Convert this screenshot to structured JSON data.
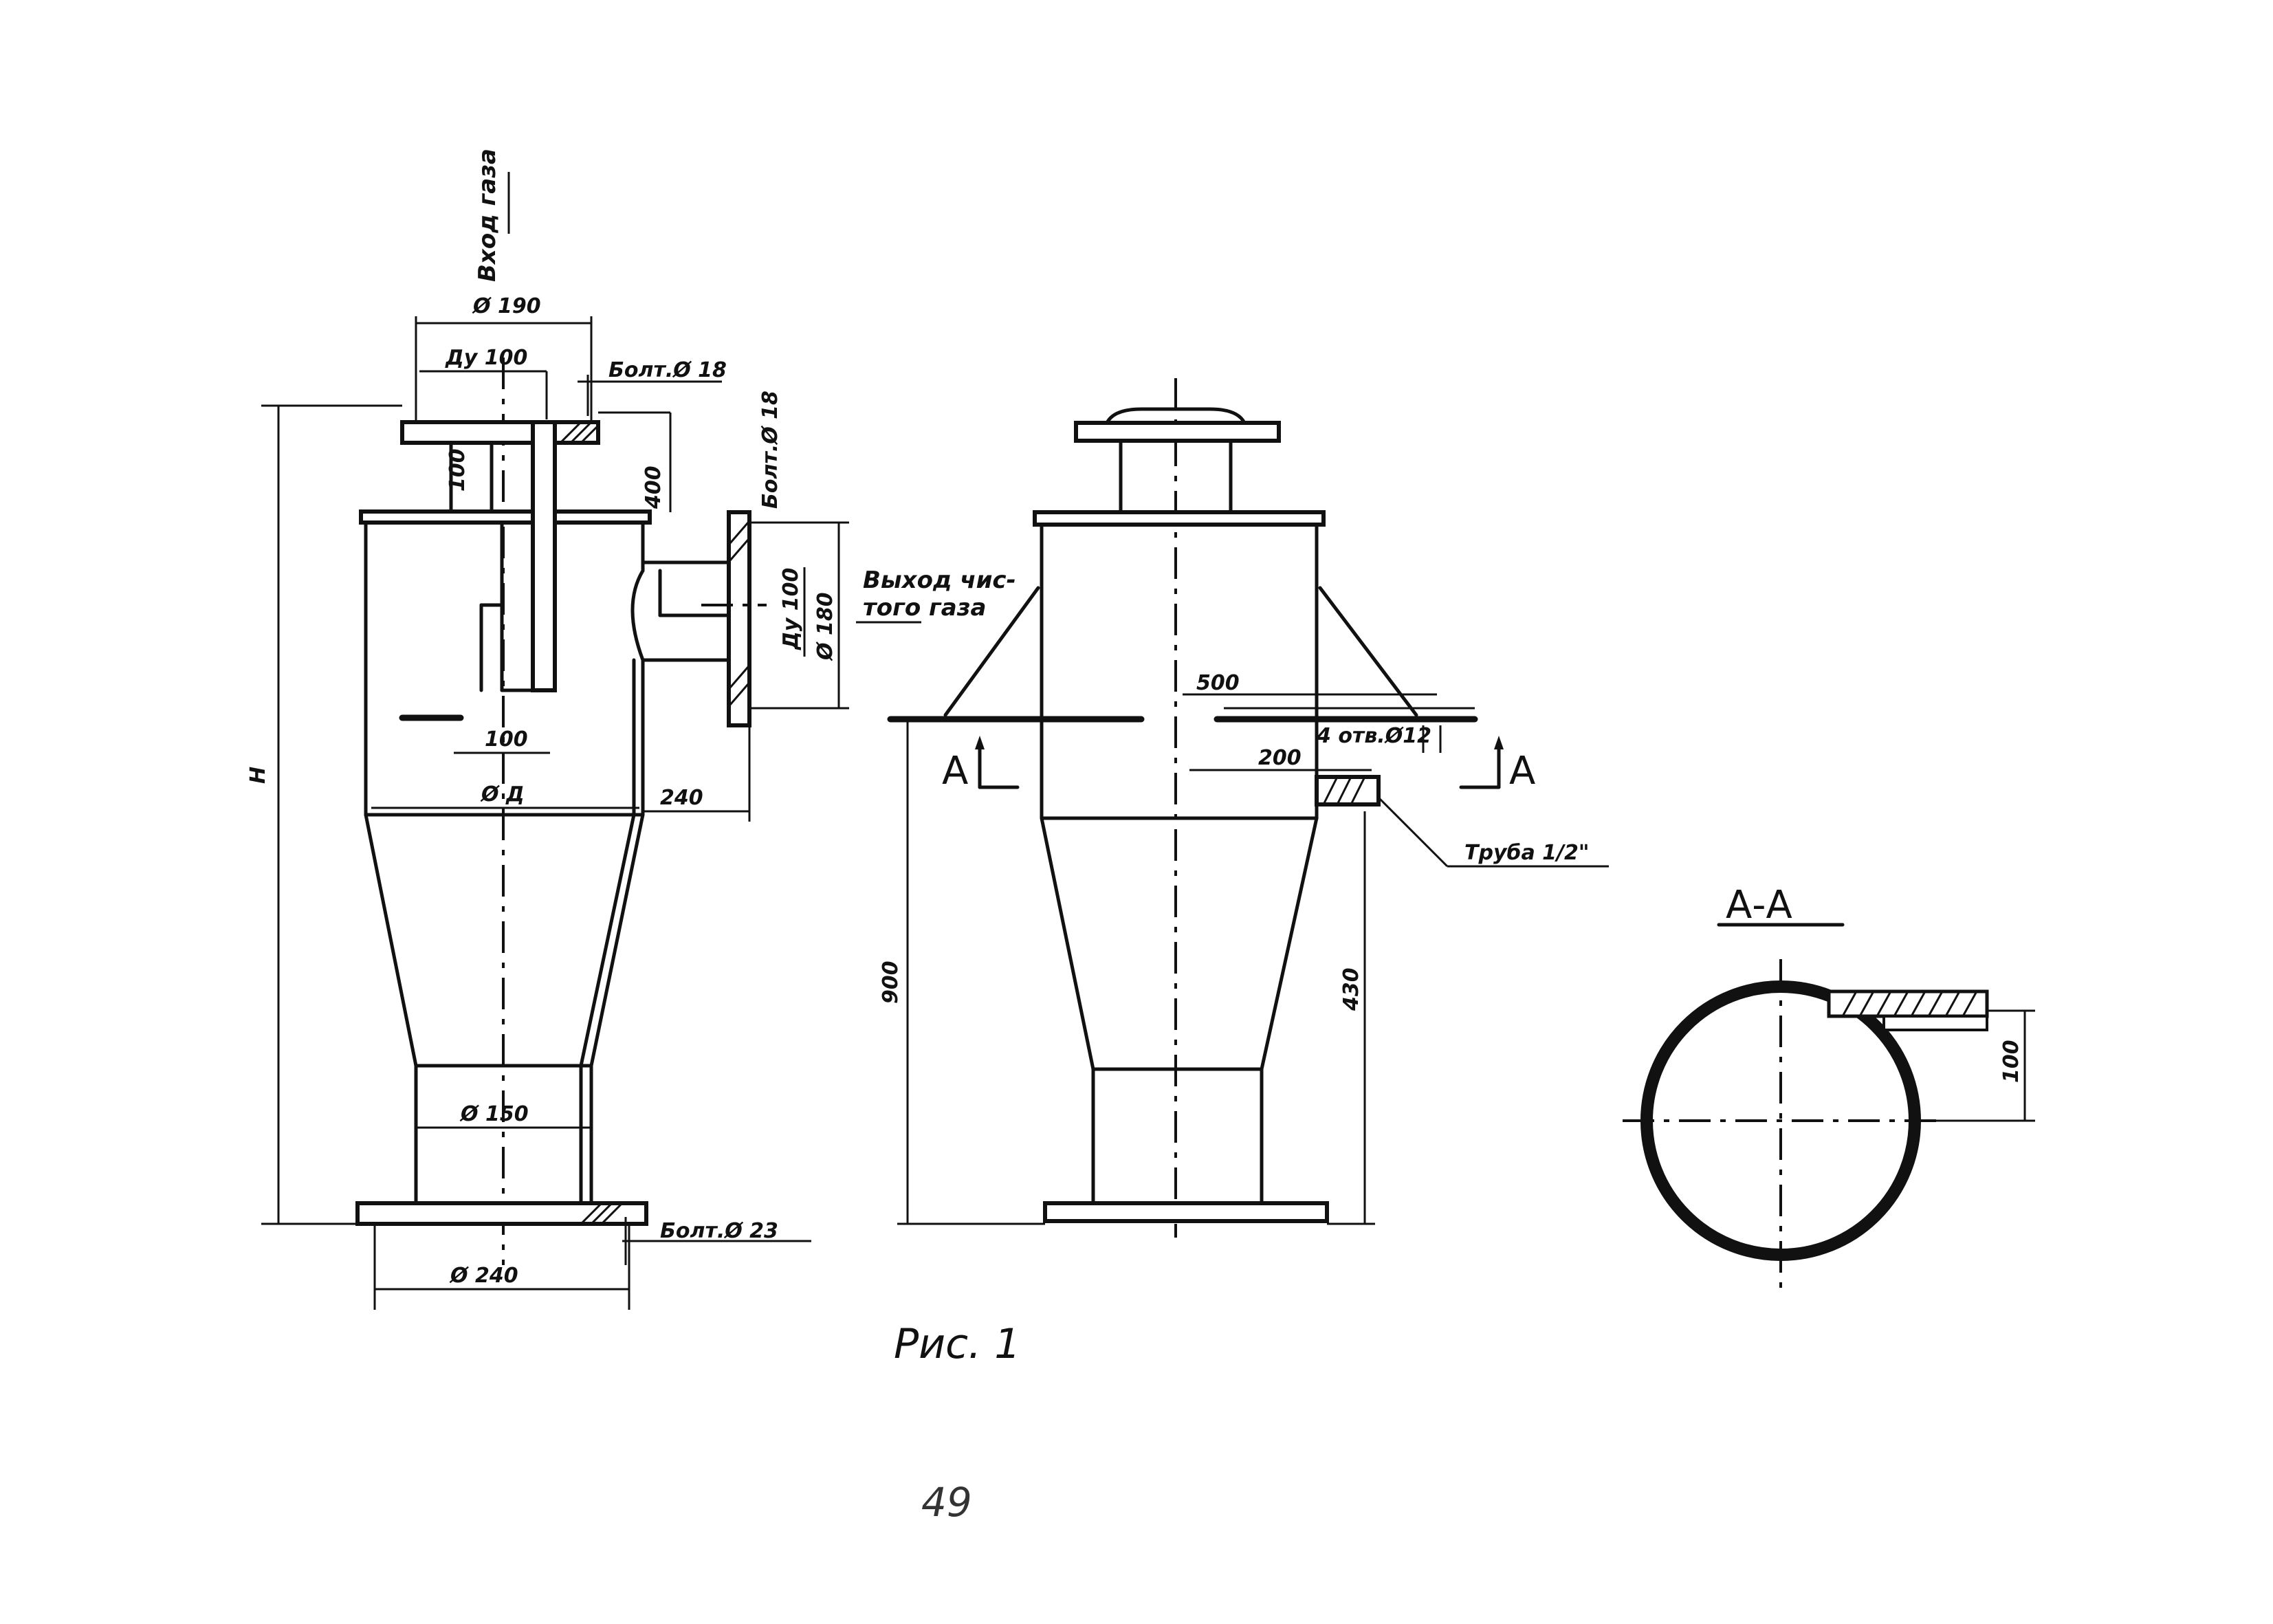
{
  "labels": {
    "inlet_gas": "Вход газа",
    "outlet_clean_gas": "Выход чис-\nтого газа",
    "pipe_thread": "Труба 1/2\"",
    "bolts_top": "Болт.Ø 18",
    "bolts_side": "Болт.Ø 18",
    "bolts_bottom": "Болт.Ø 23",
    "bolts_ring": "4 отв.Ø12",
    "section_marker": "А",
    "section_title": "А-А"
  },
  "dimensions": {
    "d_top_flange": "Ø 190",
    "du_inlet": "Ду 100",
    "h_inlet_pipe": "100",
    "h_inner_pipe": "400",
    "du_outlet": "Ду 100",
    "d_outlet_flange": "Ø 180",
    "inner_offset": "100",
    "d_body": "Ø Д",
    "outlet_reach": "240",
    "h_total": "Н",
    "d_bottom_pipe": "Ø 150",
    "d_bottom_flange": "Ø 240",
    "ring_width": "500",
    "ring_offset": "200",
    "h_lower": "900",
    "h_right": "430",
    "aa_offset": "100"
  },
  "caption": "Рис. 1",
  "page_number": "49"
}
